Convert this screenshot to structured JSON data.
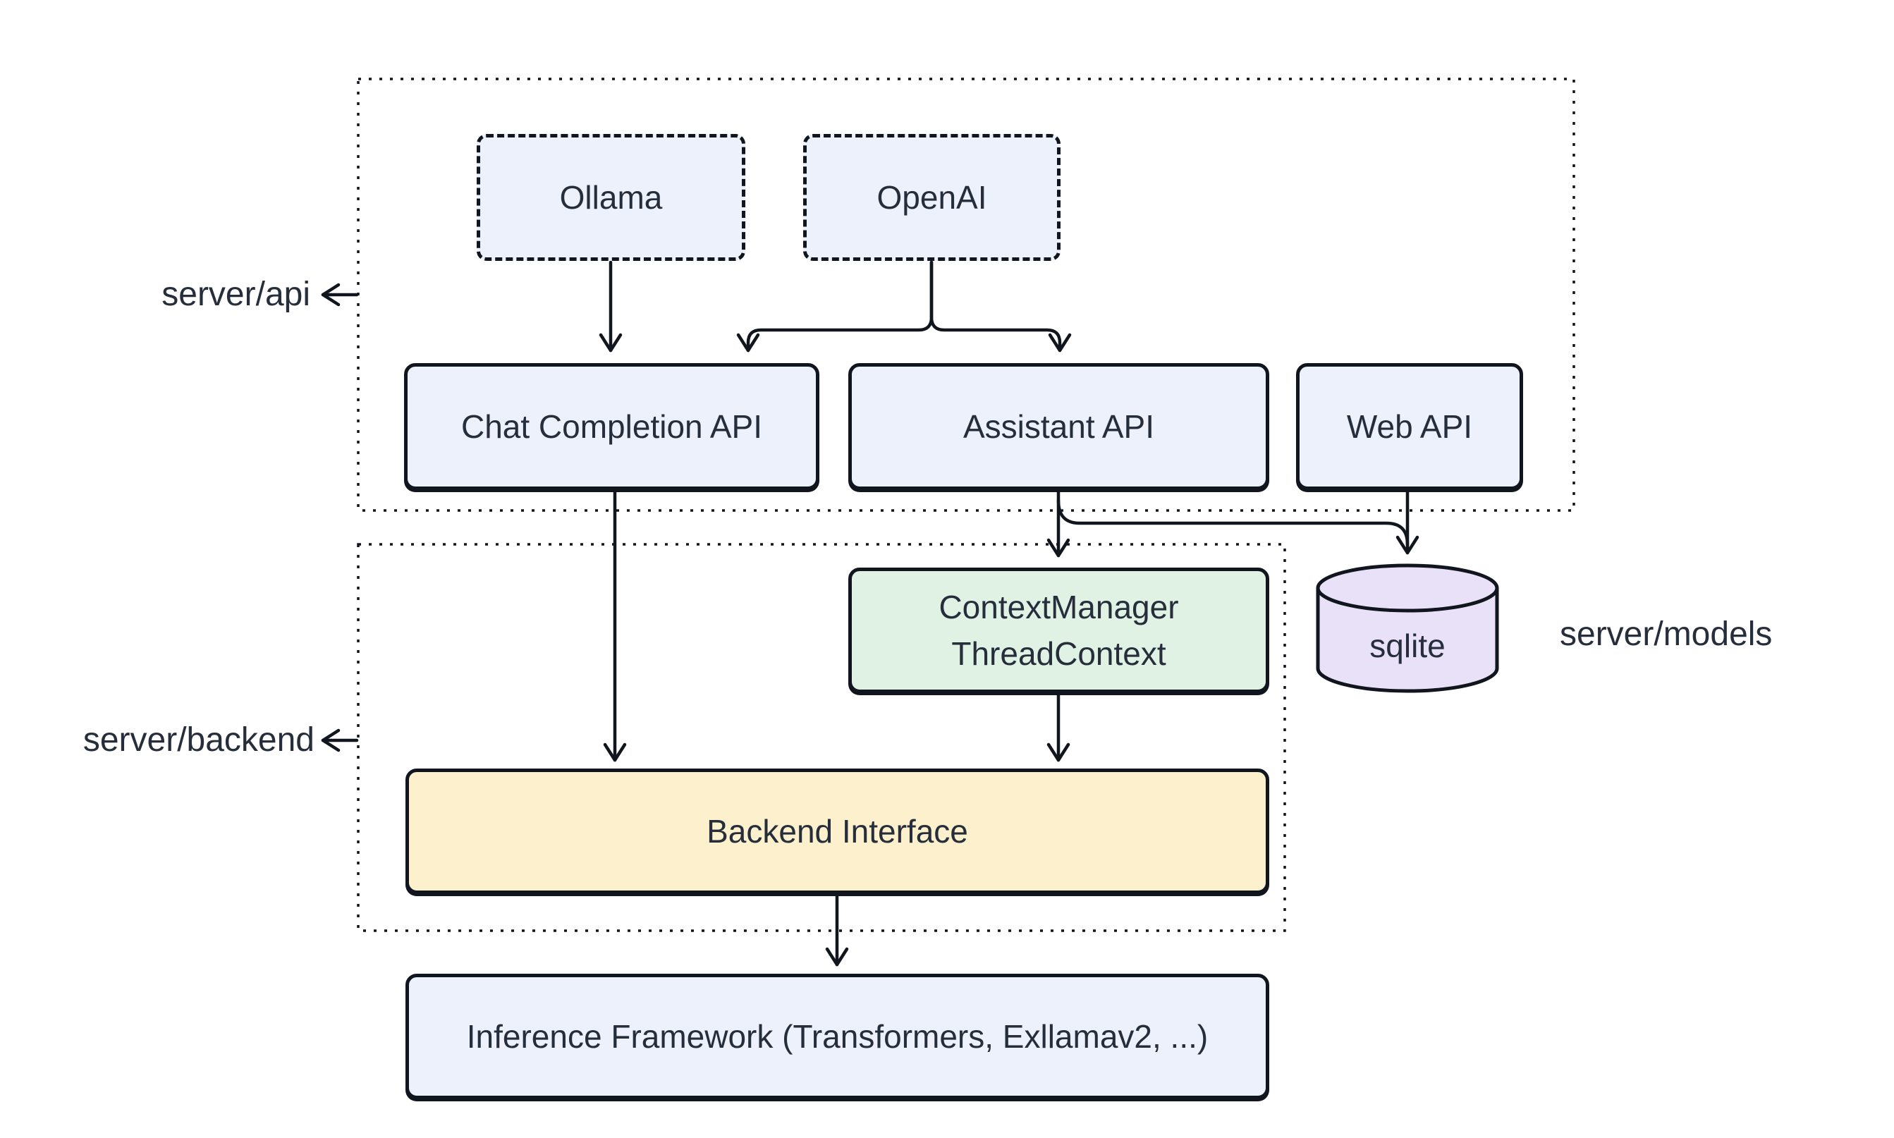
{
  "colors": {
    "canvas-bg": "#ffffff",
    "line": "#11151e",
    "text": "#262d3b",
    "node-blue": "#ecf1fb",
    "node-green": "#e0f2e4",
    "node-yellow": "#fdf0cd",
    "node-purple": "#e9e1f8"
  },
  "groups": {
    "api": {
      "label": "server/api"
    },
    "backend": {
      "label": "server/backend"
    },
    "models": {
      "label": "server/models"
    }
  },
  "nodes": {
    "ollama": {
      "label": "Ollama"
    },
    "openai": {
      "label": "OpenAI"
    },
    "chat_completion": {
      "label": "Chat Completion API"
    },
    "assistant": {
      "label": "Assistant API"
    },
    "web_api": {
      "label": "Web API"
    },
    "context_manager": {
      "line1": "ContextManager",
      "line2": "ThreadContext"
    },
    "sqlite": {
      "label": "sqlite"
    },
    "backend_interface": {
      "label": "Backend Interface"
    },
    "inference": {
      "label": "Inference Framework (Transformers, Exllamav2, ...)"
    }
  }
}
